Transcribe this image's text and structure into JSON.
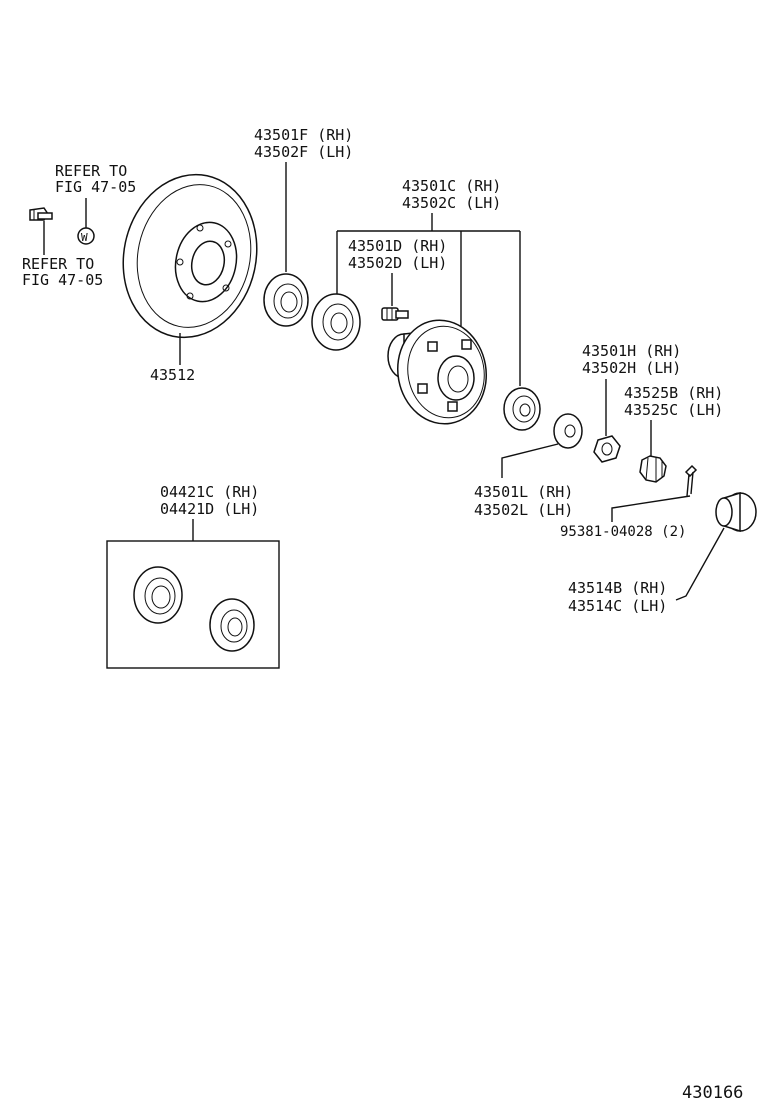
{
  "labels": {
    "refer_top_1": "REFER TO",
    "refer_top_2": "FIG 47-05",
    "refer_left_1": "REFER TO",
    "refer_left_2": "FIG 47-05",
    "rotor": "43512",
    "bearing_f_rh": "43501F (RH)",
    "bearing_f_lh": "43502F (LH)",
    "hub_c_rh": "43501C (RH)",
    "hub_c_lh": "43502C (LH)",
    "hub_d_rh": "43501D (RH)",
    "hub_d_lh": "43502D (LH)",
    "nut_h_rh": "43501H (RH)",
    "nut_h_lh": "43502H (LH)",
    "lock_b_rh": "43525B (RH)",
    "lock_c_lh": "43525C (LH)",
    "washer_l_rh": "43501L (RH)",
    "washer_l_lh": "43502L (LH)",
    "cotter_pin": "95381-04028 (2)",
    "cap_b_rh": "43514B (RH)",
    "cap_c_lh": "43514C (LH)",
    "kit_c_rh": "04421C (RH)",
    "kit_d_lh": "04421D (LH)",
    "washer_mark": "W",
    "figure_no": "430166"
  }
}
